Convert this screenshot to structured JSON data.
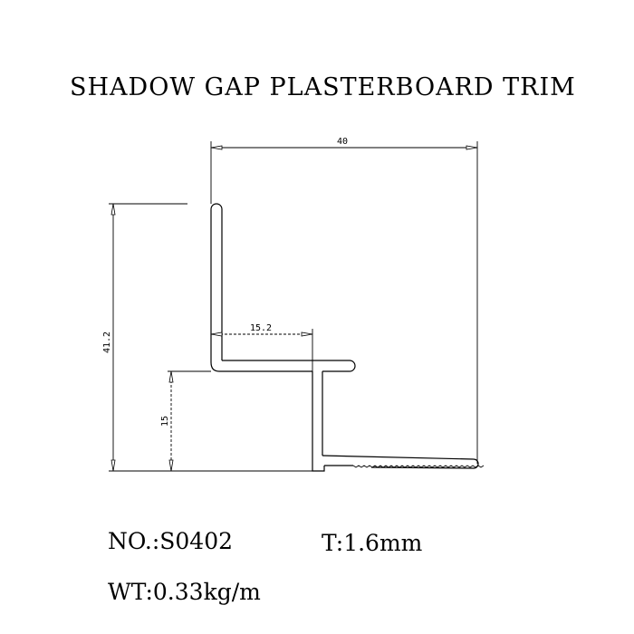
{
  "title": "SHADOW GAP PLASTERBOARD TRIM",
  "dimensions": {
    "width": "40",
    "height": "41.2",
    "gap": "15.2",
    "step": "15"
  },
  "info": {
    "part_no": "NO.:S0402",
    "thickness": "T:1.6mm",
    "weight": "WT:0.33kg/m"
  }
}
